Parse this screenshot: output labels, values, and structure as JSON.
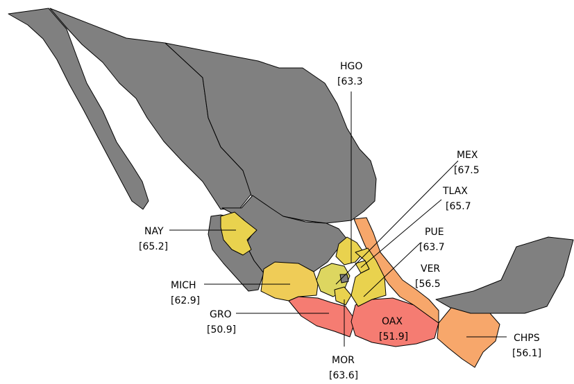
{
  "colors": {
    "gray": "#808080",
    "yellow": "#e9d24e",
    "light_yellow": "#ddd660",
    "orange": "#f7a76b",
    "salmon": "#f57c72",
    "stroke": "#000000"
  },
  "states": [
    {
      "id": "HGO",
      "value": "[63.3",
      "color": "#e9d24e"
    },
    {
      "id": "MEX",
      "value": "[67.5",
      "color": "#ddd660"
    },
    {
      "id": "TLAX",
      "value": "[65.7",
      "color": "#e9d24e"
    },
    {
      "id": "PUE",
      "value": "[63.7",
      "color": "#e9d24e"
    },
    {
      "id": "VER",
      "value": "[56.5",
      "color": "#f7a76b"
    },
    {
      "id": "NAY",
      "value": "[65.2]",
      "color": "#e9d24e"
    },
    {
      "id": "MICH",
      "value": "[62.9]",
      "color": "#efcc57"
    },
    {
      "id": "GRO",
      "value": "[50.9]",
      "color": "#f57c72"
    },
    {
      "id": "OAX",
      "value": "[51.9]",
      "color": "#f57c72"
    },
    {
      "id": "CHPS",
      "value": "[56.1]",
      "color": "#f7a76b"
    },
    {
      "id": "MOR",
      "value": "[63.6]",
      "color": "#e9d24e"
    }
  ]
}
